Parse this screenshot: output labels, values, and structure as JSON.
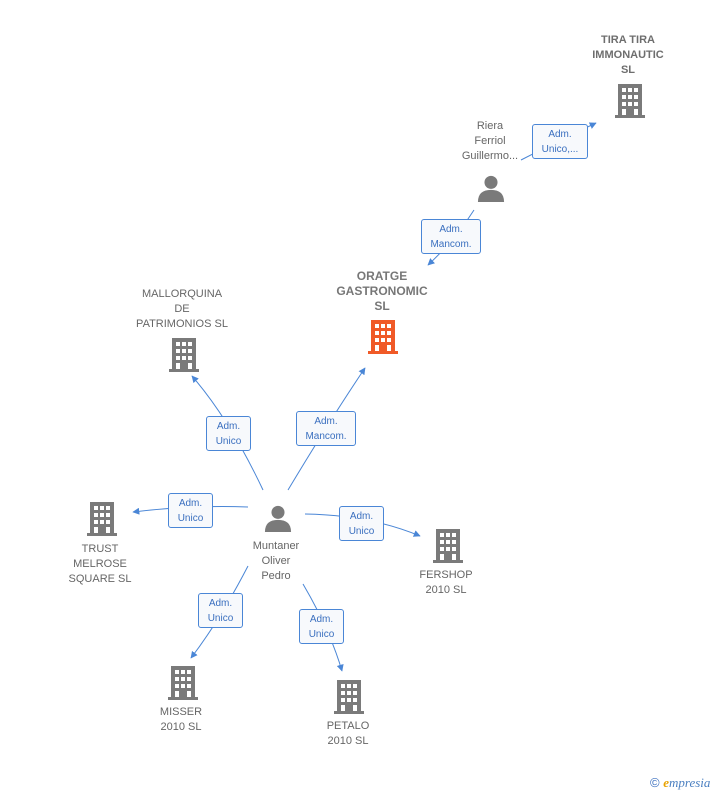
{
  "nodes": {
    "tira_tira": {
      "label_lines": [
        "TIRA TIRA",
        "IMMONAUTIC",
        "SL"
      ],
      "type": "company"
    },
    "riera": {
      "label_lines": [
        "Riera",
        "Ferriol",
        "Guillermo..."
      ],
      "type": "person"
    },
    "oratge": {
      "label_lines": [
        "ORATGE",
        "GASTRONOMIC",
        "SL"
      ],
      "type": "company",
      "focus": true
    },
    "mallorquina": {
      "label_lines": [
        "MALLORQUINA",
        "DE",
        "PATRIMONIOS SL"
      ],
      "type": "company"
    },
    "trust": {
      "label_lines": [
        "TRUST",
        "MELROSE",
        "SQUARE SL"
      ],
      "type": "company"
    },
    "muntaner": {
      "label_lines": [
        "Muntaner",
        "Oliver",
        "Pedro"
      ],
      "type": "person"
    },
    "fershop": {
      "label_lines": [
        "FERSHOP",
        "2010 SL"
      ],
      "type": "company"
    },
    "misser": {
      "label_lines": [
        "MISSER",
        "2010 SL"
      ],
      "type": "company"
    },
    "petalo": {
      "label_lines": [
        "PETALO",
        "2010 SL"
      ],
      "type": "company"
    }
  },
  "edges": [
    {
      "id": "riera_tira",
      "label_lines": [
        "Adm.",
        "Unico,..."
      ]
    },
    {
      "id": "riera_oratge",
      "label_lines": [
        "Adm.",
        "Mancom."
      ]
    },
    {
      "id": "muntaner_mallorquina",
      "label_lines": [
        "Adm.",
        "Unico"
      ]
    },
    {
      "id": "muntaner_oratge",
      "label_lines": [
        "Adm.",
        "Mancom."
      ]
    },
    {
      "id": "muntaner_trust",
      "label_lines": [
        "Adm.",
        "Unico"
      ]
    },
    {
      "id": "muntaner_fershop",
      "label_lines": [
        "Adm.",
        "Unico"
      ]
    },
    {
      "id": "muntaner_misser",
      "label_lines": [
        "Adm.",
        "Unico"
      ]
    },
    {
      "id": "muntaner_petalo",
      "label_lines": [
        "Adm.",
        "Unico"
      ]
    }
  ],
  "colors": {
    "edge": "#4a86d6",
    "company": "#7a7a7a",
    "focus_company": "#f05a28",
    "person": "#7a7a7a"
  },
  "icons": {
    "company": "building-icon",
    "person": "person-icon"
  },
  "footer": {
    "copyright": "©",
    "brand_e": "e",
    "brand_rest": "mpresia"
  }
}
